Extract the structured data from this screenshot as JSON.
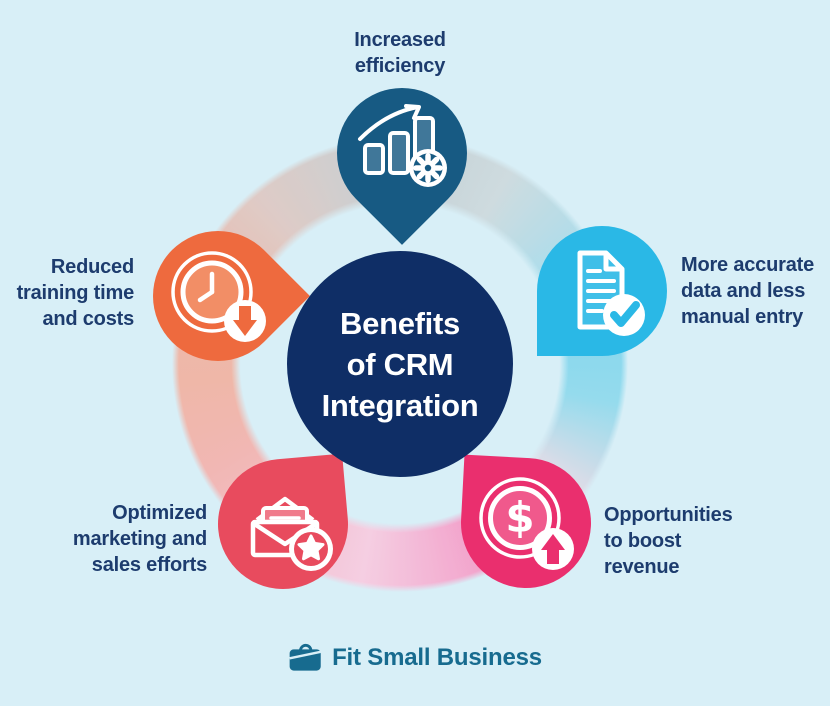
{
  "title": {
    "lines": [
      "Benefits",
      "of CRM",
      "Integration"
    ]
  },
  "nodes": {
    "top": {
      "label": "Increased efficiency",
      "lines": [
        "Increased",
        "efficiency"
      ],
      "color": "#175a83",
      "icon": "growth-chart-with-gear-icon"
    },
    "right": {
      "label": "More accurate data and less manual entry",
      "lines": [
        "More accurate",
        "data and less",
        "manual entry"
      ],
      "color": "#2ab8e6",
      "icon": "document-with-checkmark-icon"
    },
    "bottom_right": {
      "label": "Opportunities to boost revenue",
      "lines": [
        "Opportunities",
        "to boost",
        "revenue"
      ],
      "color": "#ea2f6e",
      "icon": "dollar-coin-with-up-arrow-icon"
    },
    "bottom_left": {
      "label": "Optimized marketing and sales efforts",
      "lines": [
        "Optimized",
        "marketing and",
        "sales efforts"
      ],
      "color": "#e84b5e",
      "icon": "envelope-with-star-icon"
    },
    "left": {
      "label": "Reduced training time and costs",
      "lines": [
        "Reduced",
        "training time",
        "and costs"
      ],
      "color": "#ee6a3e",
      "icon": "clock-with-down-arrow-icon"
    }
  },
  "footer": {
    "brand": "Fit Small Business",
    "logo_icon": "briefcase-icon",
    "logo_color": "#176b8f"
  },
  "colors": {
    "background": "#d8eff7",
    "center_circle": "#0f2e66",
    "label_text": "#1d3c6e",
    "title_text": "#ffffff"
  }
}
